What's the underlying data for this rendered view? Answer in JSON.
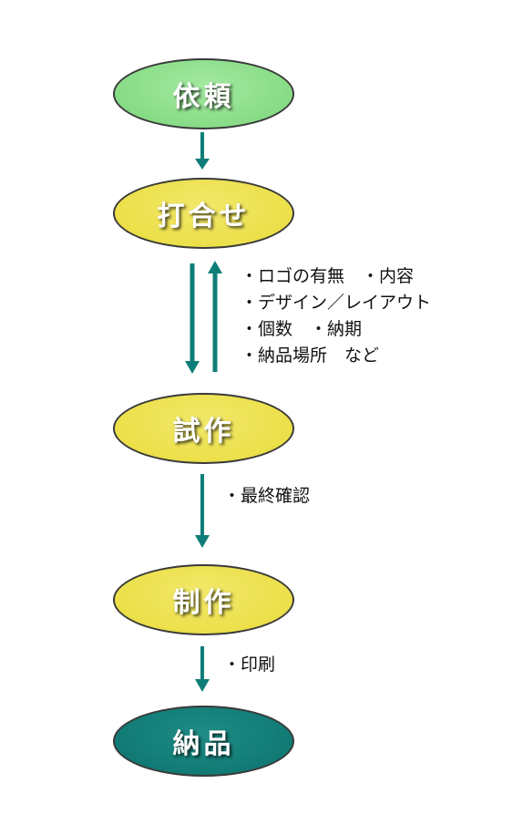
{
  "colors": {
    "arrow": "#0f7d77",
    "node_green": "#88dc86",
    "node_yellow": "#ece04a",
    "node_teal": "#117a74",
    "node_text": "#ffffff"
  },
  "nodes": [
    {
      "label": "依頼"
    },
    {
      "label": "打合せ"
    },
    {
      "label": "試作"
    },
    {
      "label": "制作"
    },
    {
      "label": "納品"
    }
  ],
  "notes": {
    "meeting": [
      "・ロゴの有無　・内容",
      "・デザイン／レイアウト",
      "・個数　・納期",
      "・納品場所　など"
    ],
    "prototype": [
      "・最終確認"
    ],
    "production": [
      "・印刷"
    ]
  }
}
